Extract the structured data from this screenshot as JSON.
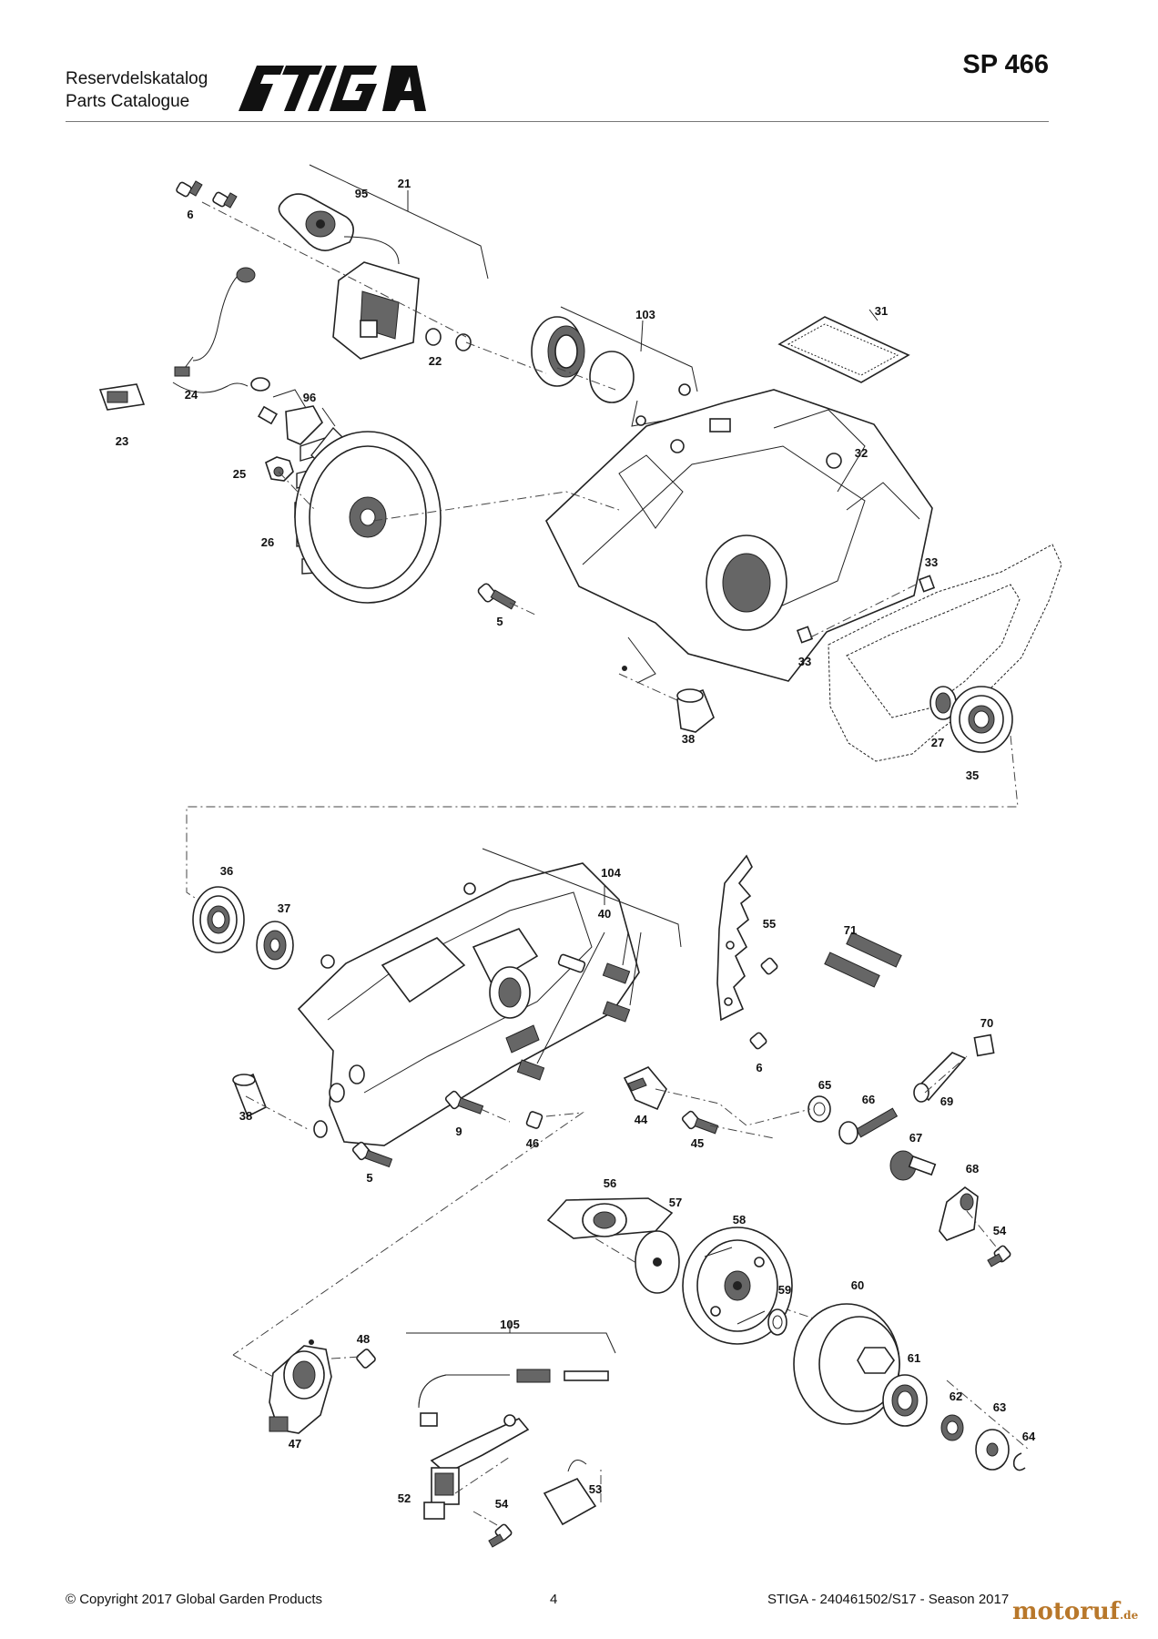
{
  "header": {
    "catalog_sv": "Reservdelskatalog",
    "catalog_en": "Parts Catalogue",
    "brand": "STIGA",
    "model": "SP 466"
  },
  "callouts": [
    {
      "id": "c21",
      "label": "21"
    },
    {
      "id": "c95",
      "label": "95"
    },
    {
      "id": "c6a",
      "label": "6"
    },
    {
      "id": "c22",
      "label": "22"
    },
    {
      "id": "c24",
      "label": "24"
    },
    {
      "id": "c23",
      "label": "23"
    },
    {
      "id": "c96",
      "label": "96"
    },
    {
      "id": "c25",
      "label": "25"
    },
    {
      "id": "c26",
      "label": "26"
    },
    {
      "id": "c103",
      "label": "103"
    },
    {
      "id": "c31",
      "label": "31"
    },
    {
      "id": "c32",
      "label": "32"
    },
    {
      "id": "c33a",
      "label": "33"
    },
    {
      "id": "c33b",
      "label": "33"
    },
    {
      "id": "c5a",
      "label": "5"
    },
    {
      "id": "c38a",
      "label": "38"
    },
    {
      "id": "c27",
      "label": "27"
    },
    {
      "id": "c35",
      "label": "35"
    },
    {
      "id": "c36",
      "label": "36"
    },
    {
      "id": "c37",
      "label": "37"
    },
    {
      "id": "c104",
      "label": "104"
    },
    {
      "id": "c40",
      "label": "40"
    },
    {
      "id": "c55",
      "label": "55"
    },
    {
      "id": "c71",
      "label": "71"
    },
    {
      "id": "c6b",
      "label": "6"
    },
    {
      "id": "c70",
      "label": "70"
    },
    {
      "id": "c65",
      "label": "65"
    },
    {
      "id": "c66",
      "label": "66"
    },
    {
      "id": "c69",
      "label": "69"
    },
    {
      "id": "c38b",
      "label": "38"
    },
    {
      "id": "c9",
      "label": "9"
    },
    {
      "id": "c44",
      "label": "44"
    },
    {
      "id": "c46",
      "label": "46"
    },
    {
      "id": "c45",
      "label": "45"
    },
    {
      "id": "c67",
      "label": "67"
    },
    {
      "id": "c5b",
      "label": "5"
    },
    {
      "id": "c68",
      "label": "68"
    },
    {
      "id": "c56",
      "label": "56"
    },
    {
      "id": "c57",
      "label": "57"
    },
    {
      "id": "c58",
      "label": "58"
    },
    {
      "id": "c54a",
      "label": "54"
    },
    {
      "id": "c59",
      "label": "59"
    },
    {
      "id": "c60",
      "label": "60"
    },
    {
      "id": "c105",
      "label": "105"
    },
    {
      "id": "c48",
      "label": "48"
    },
    {
      "id": "c61",
      "label": "61"
    },
    {
      "id": "c62",
      "label": "62"
    },
    {
      "id": "c63",
      "label": "63"
    },
    {
      "id": "c64",
      "label": "64"
    },
    {
      "id": "c47",
      "label": "47"
    },
    {
      "id": "c53",
      "label": "53"
    },
    {
      "id": "c52",
      "label": "52"
    },
    {
      "id": "c54b",
      "label": "54"
    }
  ],
  "footer": {
    "copyright": "© Copyright 2017 Global Garden Products",
    "page": "4",
    "doc_ref": "STIGA - 240461502/S17 - Season 2017",
    "watermark_main": "motoruf",
    "watermark_suffix": ".de"
  }
}
